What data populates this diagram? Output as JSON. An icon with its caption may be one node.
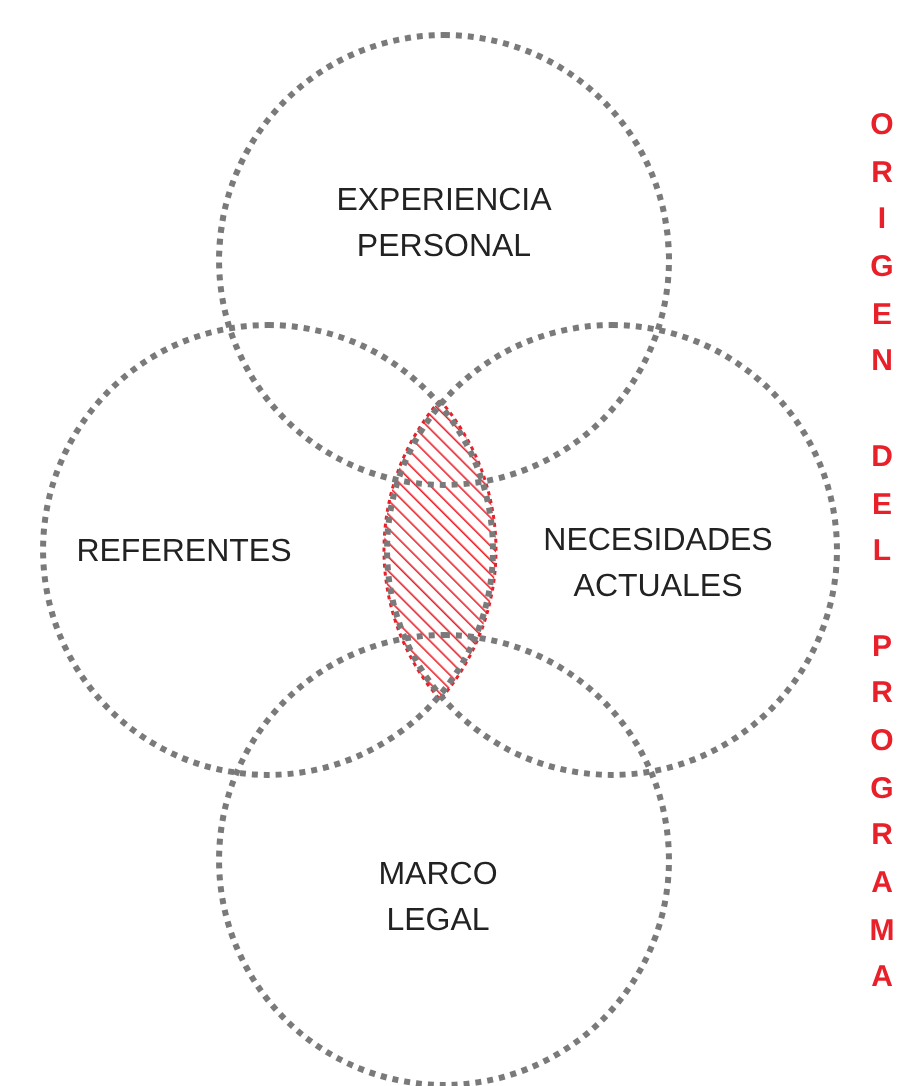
{
  "diagram": {
    "nodes": [
      {
        "text": [
          "EXPERIENCIA PERSONAL"
        ]
      },
      {
        "text": [
          "REFERENTES"
        ]
      },
      {
        "text": [
          "NECESIDADES ACTUALES"
        ]
      },
      {
        "text": [
          "MARCO LEGAL"
        ]
      },
      {
        "text": [],
        "shape": "lens"
      }
    ],
    "labels": [
      "ORIGEN DEL PROGRAMA"
    ]
  }
}
